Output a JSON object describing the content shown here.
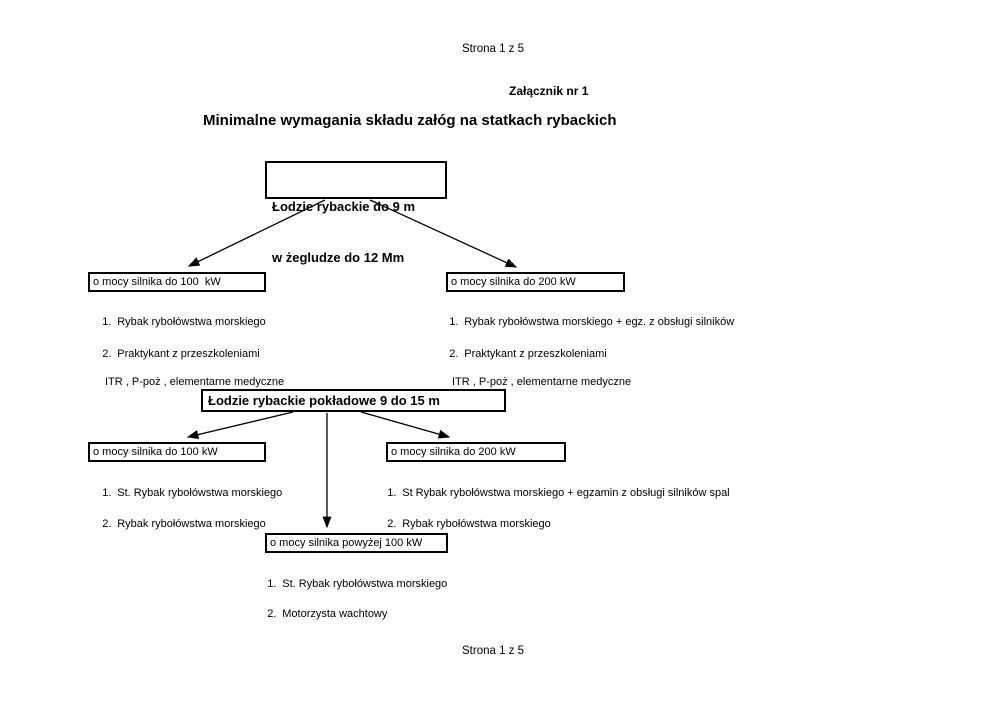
{
  "colors": {
    "text": "#000000",
    "line": "#000000",
    "background": "#ffffff"
  },
  "page": {
    "header_page_number": "Strona 1 z 5",
    "annex_label": "Załącznik nr 1",
    "title": "Minimalne wymagania składu załóg na statkach rybackich",
    "footer_page_number": "Strona 1 z 5"
  },
  "diagram": {
    "boats_small": {
      "box_line1": "Łodzie rybackie do 9 m",
      "box_line2": "w żegludze do 12 Mm",
      "branches": [
        {
          "box_label": "o mocy silnika do 100  kW",
          "items": [
            {
              "num": "1.",
              "text": "Rybak rybołówstwa morskiego"
            },
            {
              "num": "2.",
              "text": "Praktykant z przeszkoleniami",
              "sub": "ITR , P-poż , elementarne medyczne"
            }
          ]
        },
        {
          "box_label": "o mocy silnika do 200 kW",
          "items": [
            {
              "num": "1.",
              "text": "Rybak rybołówstwa morskiego + egz. z obsługi silników"
            },
            {
              "num": "2.",
              "text": "Praktykant z przeszkoleniami",
              "sub": "ITR , P-poż , elementarne medyczne"
            }
          ]
        }
      ]
    },
    "boats_decked": {
      "box_label": "Łodzie rybackie pokładowe 9 do 15 m",
      "branches": [
        {
          "box_label": "o mocy silnika do 100 kW",
          "items": [
            {
              "num": "1.",
              "text": "St. Rybak rybołówstwa morskiego"
            },
            {
              "num": "2.",
              "text": "Rybak rybołówstwa morskiego"
            }
          ]
        },
        {
          "box_label": "o mocy silnika do 200 kW",
          "items": [
            {
              "num": "1.",
              "text": "St Rybak rybołówstwa morskiego + egzamin z obsługi silników spal"
            },
            {
              "num": "2.",
              "text": "Rybak rybołówstwa morskiego"
            }
          ]
        },
        {
          "box_label": "o mocy silnika powyżej 100 kW",
          "items": [
            {
              "num": "1.",
              "text": "St. Rybak rybołówstwa morskiego"
            },
            {
              "num": "2.",
              "text": "Motorzysta wachtowy"
            }
          ]
        }
      ]
    }
  }
}
